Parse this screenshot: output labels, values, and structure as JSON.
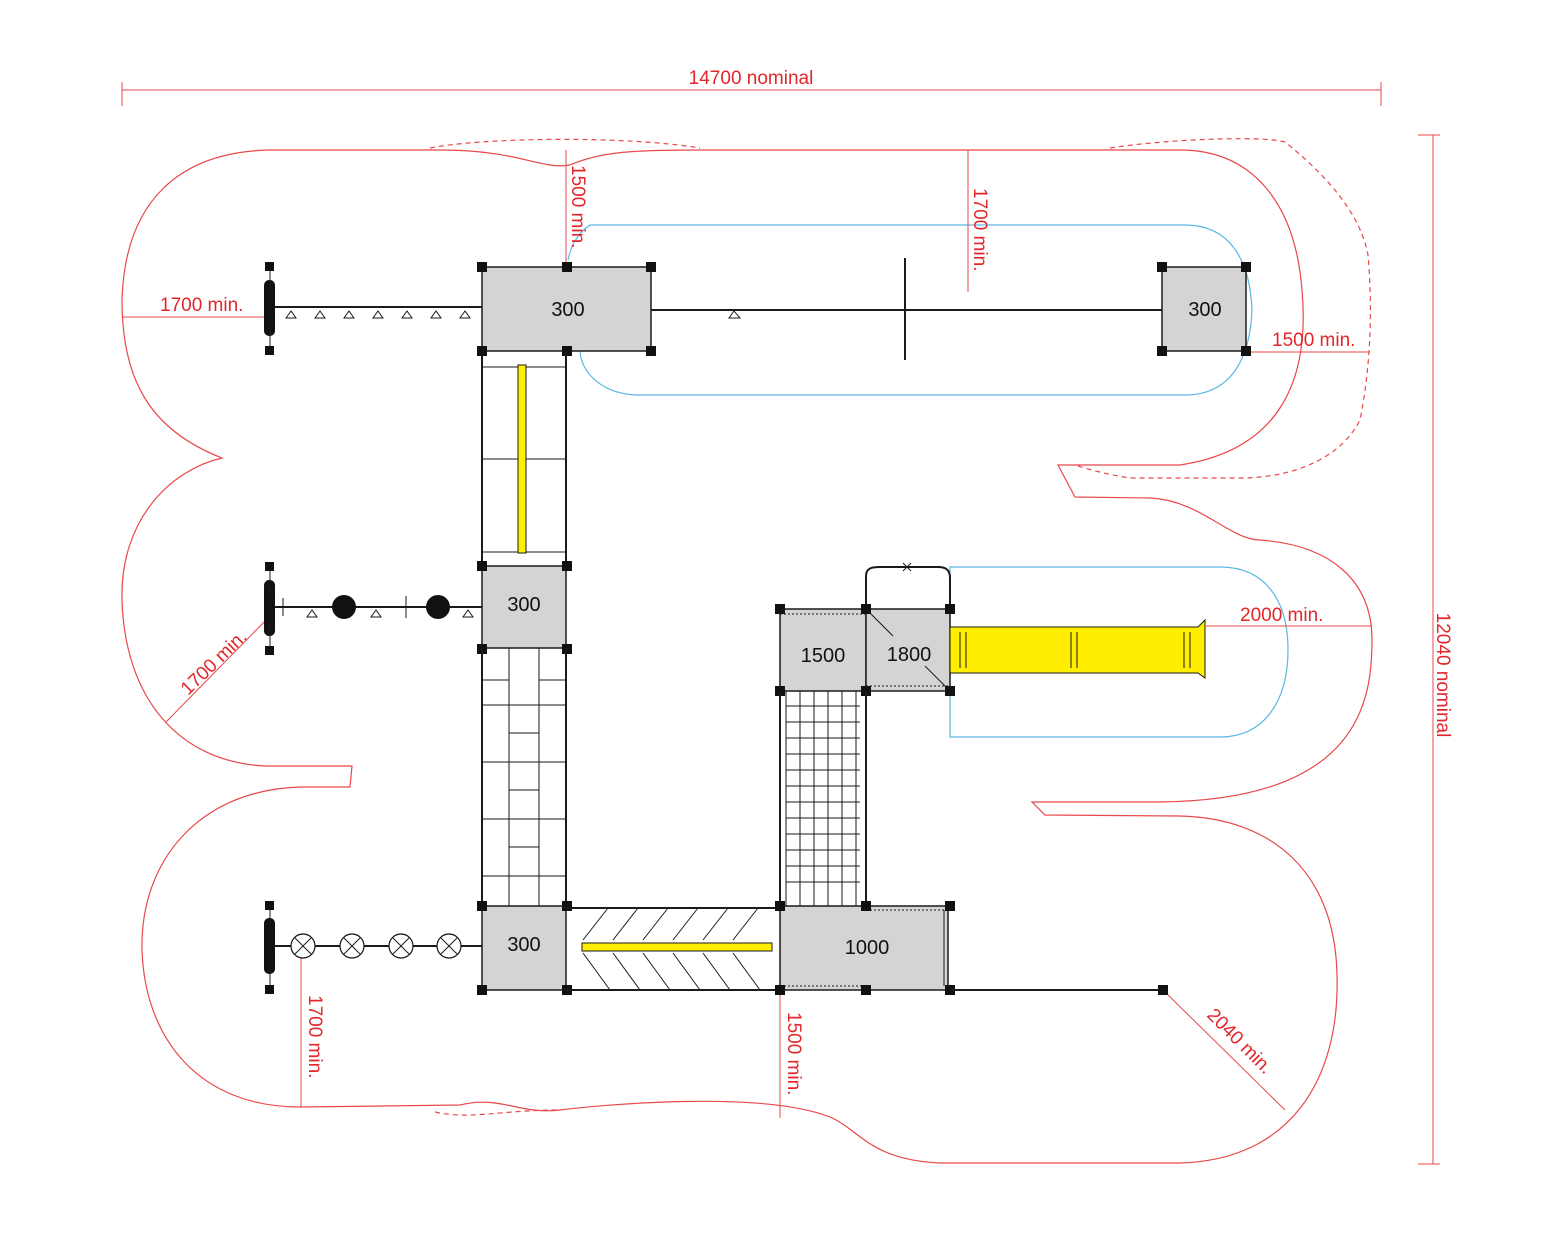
{
  "colors": {
    "safety_zone": "#e8484a",
    "dimension_text": "#e2262a",
    "slide_zone": "#5ab8e6",
    "deck_fill": "#d4d4d4",
    "slide_fill": "#ffee00",
    "structure": "#1a1a1a"
  },
  "overall": {
    "width_label": "14700 nominal",
    "height_label": "12040 nominal"
  },
  "dimensions": {
    "left_top": "1700 min.",
    "top_mid": "1500 min.",
    "top_right": "1700 min.",
    "right_top": "1500 min.",
    "right_slide": "2000 min.",
    "left_mid": "1700 min.",
    "left_bottom": "1700 min.",
    "bottom_mid": "1500 min.",
    "bottom_right": "2040 min."
  },
  "decks": {
    "top_left": "300",
    "top_right": "300",
    "mid_left": "300",
    "bottom_left": "300",
    "center_left": "1500",
    "center_right": "1800",
    "bottom_center": "1000"
  }
}
